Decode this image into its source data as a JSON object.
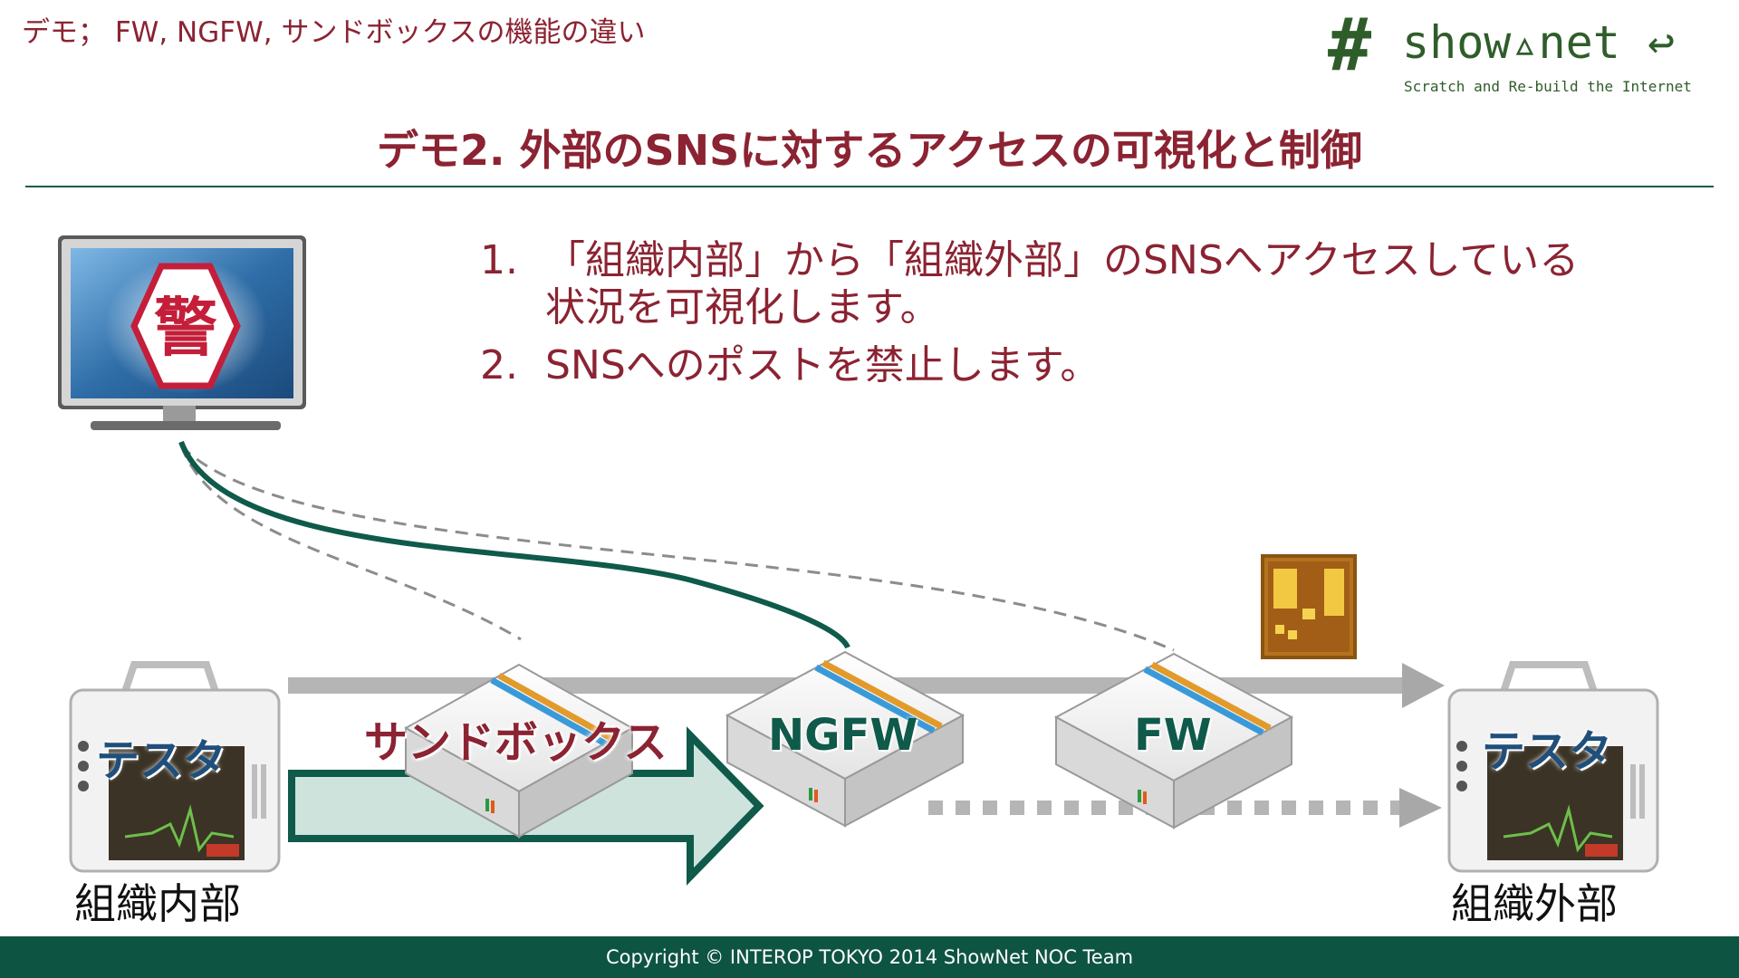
{
  "breadcrumb": "デモ； FW, NGFW, サンドボックスの機能の違い",
  "logo": {
    "mark": "#",
    "name": "show▵net",
    "return_glyph": "↩",
    "tagline": "Scratch and Re-build the Internet"
  },
  "title": "デモ2. 外部のSNSに対するアクセスの可視化と制御",
  "steps": [
    {
      "number": "1.",
      "text": "「組織内部」から「組織外部」のSNSへアクセスしている状況を可視化します。"
    },
    {
      "number": "2.",
      "text": "SNSへのポストを禁止します。"
    }
  ],
  "monitor": {
    "glyph": "警"
  },
  "devices": {
    "sandbox": "サンドボックス",
    "ngfw": "NGFW",
    "fw": "FW"
  },
  "testers": {
    "left_label": "テスタ",
    "right_label": "テスタ"
  },
  "zones": {
    "inside": "組織内部",
    "outside": "組織外部"
  },
  "colors": {
    "accent": "#8b2332",
    "brand_green": "#0e5443",
    "tester_text": "#1f4f7a"
  },
  "footer": "Copyright © INTEROP TOKYO 2014 ShowNet NOC Team"
}
